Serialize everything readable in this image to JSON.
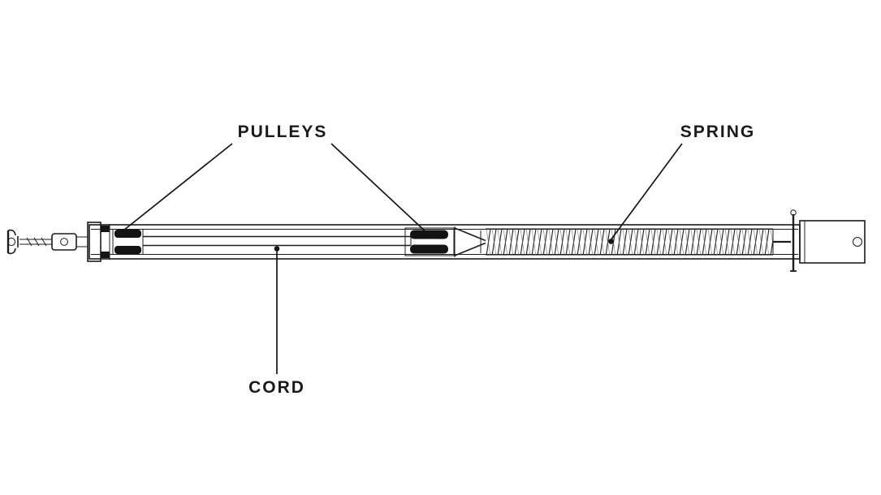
{
  "diagram": {
    "labels": {
      "pulleys": "PULLEYS",
      "spring": "SPRING",
      "cord": "CORD"
    },
    "colors": {
      "line": "#1c1c1c",
      "label_text": "#1a1a1a",
      "background": "#ffffff"
    }
  }
}
